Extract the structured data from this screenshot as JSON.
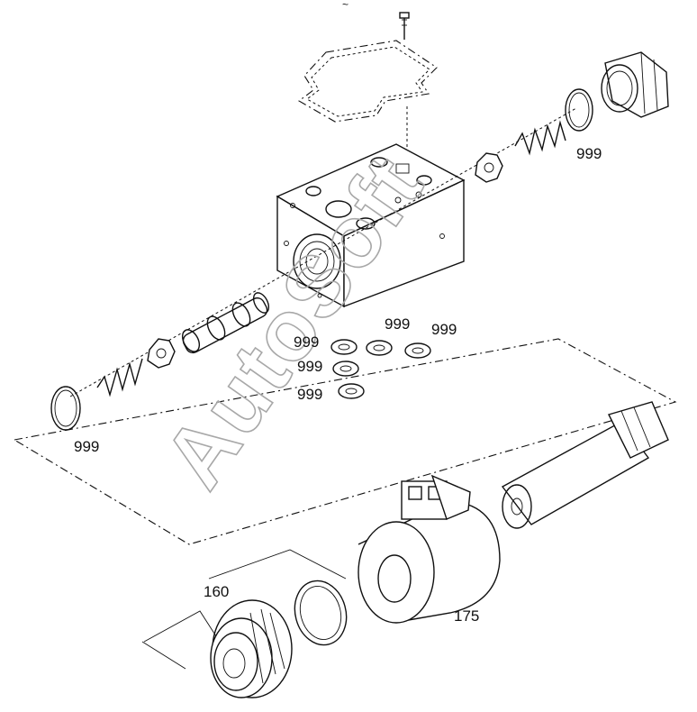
{
  "watermark": "AutoSoft",
  "header_mark": "~",
  "callouts": {
    "c_top_right": "999",
    "c_left_oring": "999",
    "c_mid_1": "999",
    "c_mid_2": "999",
    "c_mid_3": "999",
    "c_mid_4": "999",
    "c_mid_5": "999",
    "c_nut": "160",
    "c_coil": "175"
  }
}
